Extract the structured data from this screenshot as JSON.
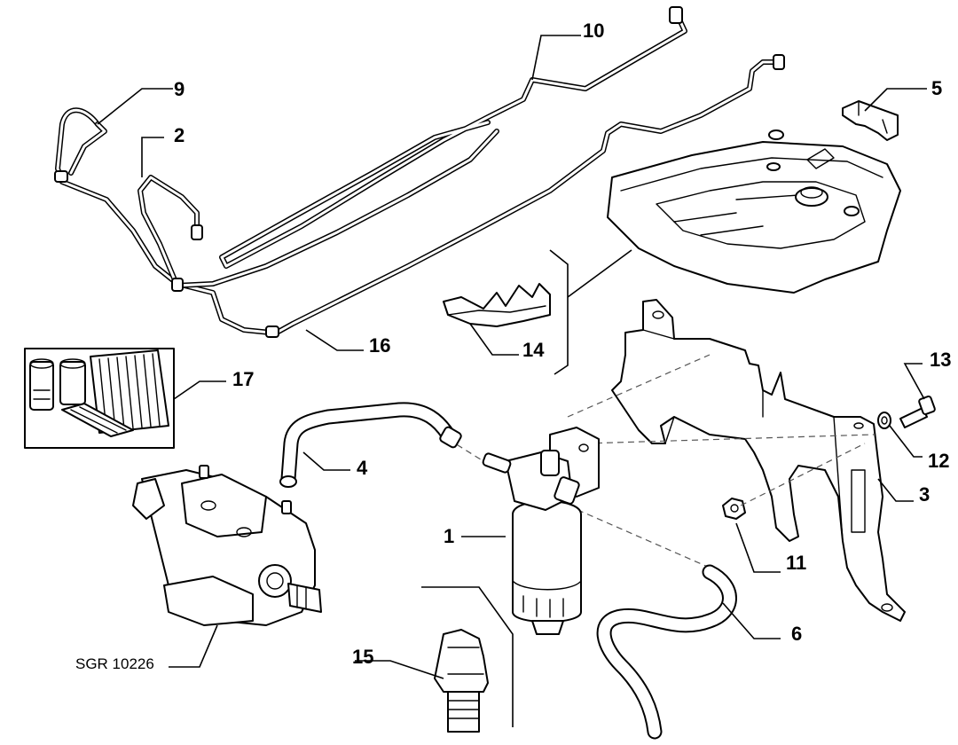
{
  "diagram": {
    "reference_code": "SGR 10226",
    "callouts": [
      "1",
      "2",
      "3",
      "4",
      "5",
      "6",
      "9",
      "10",
      "11",
      "12",
      "13",
      "14",
      "15",
      "16",
      "17"
    ]
  }
}
